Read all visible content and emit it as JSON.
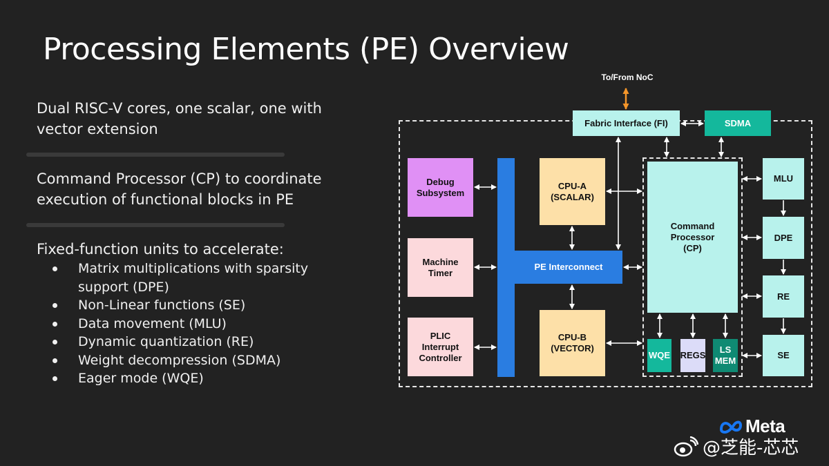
{
  "slide": {
    "title": "Processing Elements (PE) Overview",
    "paragraphs": [
      "Dual RISC-V cores, one scalar, one with vector extension",
      "Command Processor (CP) to coordinate execution of functional blocks in PE",
      "Fixed-function units to accelerate:"
    ],
    "bullets": [
      "Matrix multiplications with sparsity support (DPE)",
      "Non-Linear functions (SE)",
      "Data movement (MLU)",
      "Dynamic quantization (RE)",
      "Weight decompression (SDMA)",
      "Eager mode (WQE)"
    ]
  },
  "diagram": {
    "noc_label": "To/From NoC",
    "blocks": {
      "fi": "Fabric Interface (FI)",
      "sdma": "SDMA",
      "debug": "Debug Subsystem",
      "timer": "Machine Timer",
      "plic": "PLIC Interrupt Controller",
      "cpu_a": "CPU-A (SCALAR)",
      "cpu_b": "CPU-B (VECTOR)",
      "interconnect": "PE Interconnect",
      "cp": "Command Processor (CP)",
      "wqe": "WQE",
      "regs": "REGS",
      "lsmem": "LS MEM",
      "mlu": "MLU",
      "dpe": "DPE",
      "re": "RE",
      "se": "SE"
    },
    "colors": {
      "background": "#222222",
      "cyan_light": "#b8f2ec",
      "teal": "#14b89c",
      "teal_dark": "#0f8a73",
      "purple": "#e090f5",
      "pink": "#fcd9dc",
      "peach": "#fde0a8",
      "blue": "#2a7de1",
      "lavender": "#dcdcf8",
      "noc_arrow": "#f5962a"
    }
  },
  "branding": {
    "logo": "Meta",
    "watermark": "@芝能-芯芯"
  }
}
